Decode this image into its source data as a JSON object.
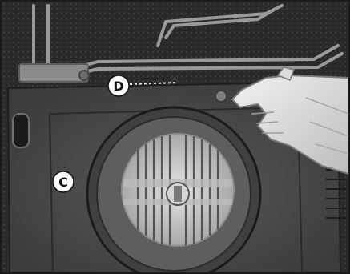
{
  "photo": {
    "subject": "oven-rear-panel-fan-cover"
  },
  "callouts": {
    "d": {
      "label": "D"
    },
    "c": {
      "label": "C"
    }
  },
  "colors": {
    "background": "#2b2b2b",
    "panel": "#4a4a4a",
    "fan_grille": "#cfcfcf",
    "label_badge": "#ffffff",
    "glove": "#e6e6e6"
  }
}
